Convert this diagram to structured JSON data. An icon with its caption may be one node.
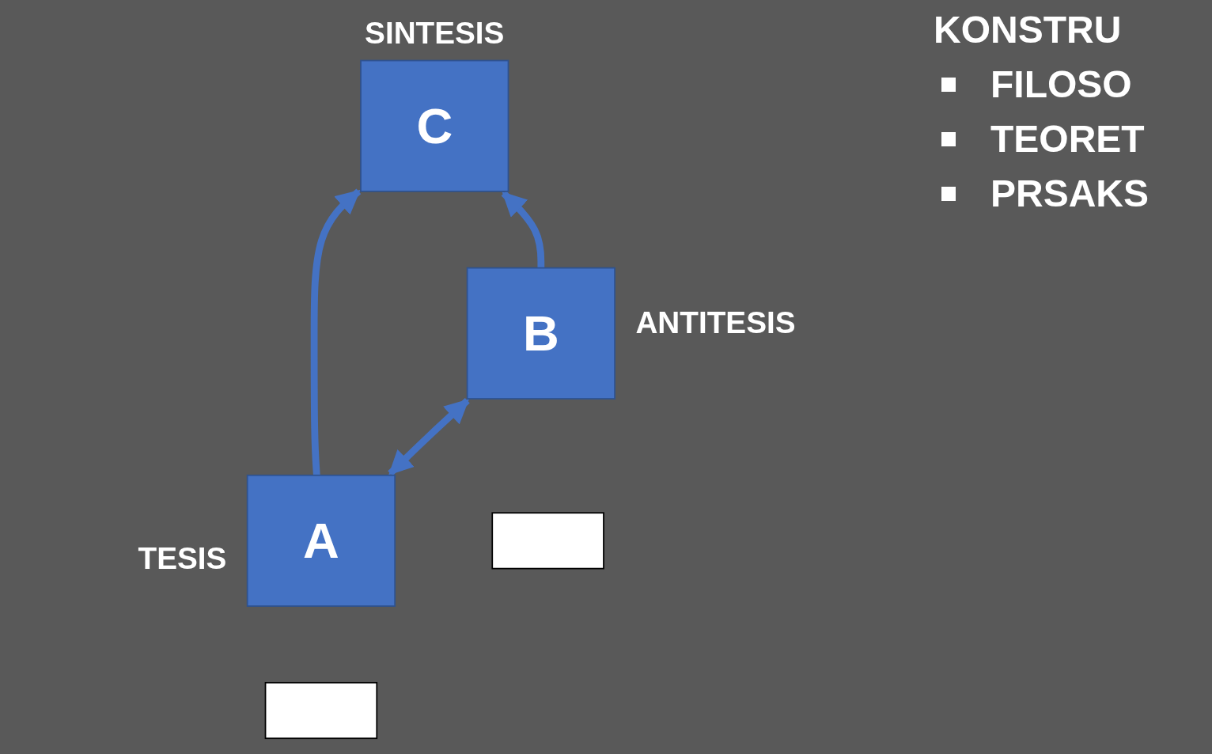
{
  "diagram": {
    "nodes": [
      {
        "text": [
          "C"
        ],
        "beside": [
          "SINTESIS"
        ]
      },
      {
        "text": [
          "A"
        ],
        "beside": [
          "TESIS"
        ]
      },
      {
        "text": [
          "B"
        ],
        "beside": [
          "ANTITESIS"
        ]
      },
      {
        "text": [],
        "shape": "box"
      },
      {
        "text": [],
        "shape": "box"
      }
    ],
    "edges": [
      {
        "from": 1,
        "to": 0,
        "arrow": "to"
      },
      {
        "from": 2,
        "to": 0,
        "arrow": "to"
      },
      {
        "from": 1,
        "to": 2,
        "arrow": "both"
      }
    ],
    "labels": [
      "KONSTRU",
      "FILOSO",
      "TEORET",
      "PRSAKS"
    ]
  }
}
